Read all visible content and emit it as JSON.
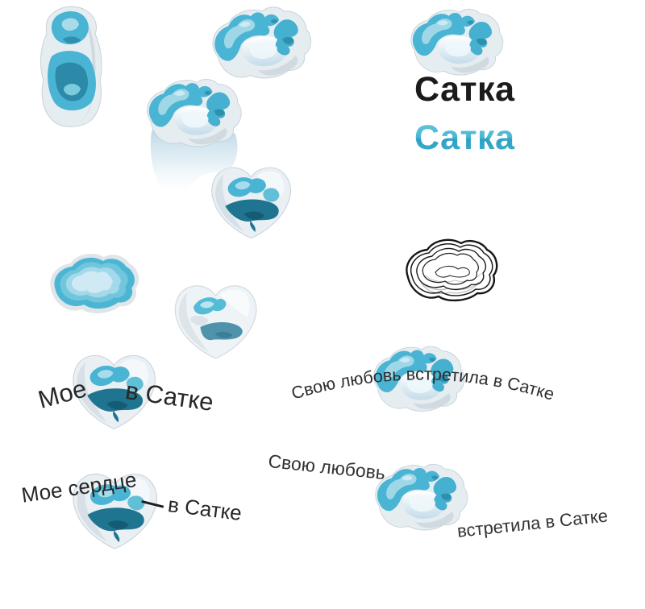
{
  "canvas": {
    "width": "800",
    "height": "756",
    "background": "#ffffff"
  },
  "brand": {
    "wordmark_black": "Сатка",
    "wordmark_blue": "Сатка"
  },
  "slogans": {
    "moe": "Мое",
    "v_satke": "в Сатке",
    "moe_serdce": "Мое сердце",
    "v_satke_2": "в Сатке",
    "svoyu_full": "Свою любовь встретила в Сатке",
    "svoyu_lyubov": "Свою любовь",
    "vstretila_v_satke": "встретила в Сатке"
  },
  "palette": {
    "ink": "#1b1b1b",
    "slogan_ink": "#2d2d2d",
    "teal": "#49b4d3",
    "teal_light": "#9fd7e7",
    "teal_pale": "#cdeaf4",
    "teal_mid": "#62bfd8",
    "teal_dark": "#2e8fae",
    "teal_deep": "#1f7490",
    "teal_deepest": "#155e77",
    "ice": "#e6edf1",
    "ice_shadow": "#ccd6dd",
    "ice_rim": "#c7d2d9",
    "contour_ink": "#161616",
    "contour_ghost": "#b7bec4",
    "wordmark_blue_top": "#68c8dd",
    "wordmark_blue_bottom": "#2da1c5"
  }
}
